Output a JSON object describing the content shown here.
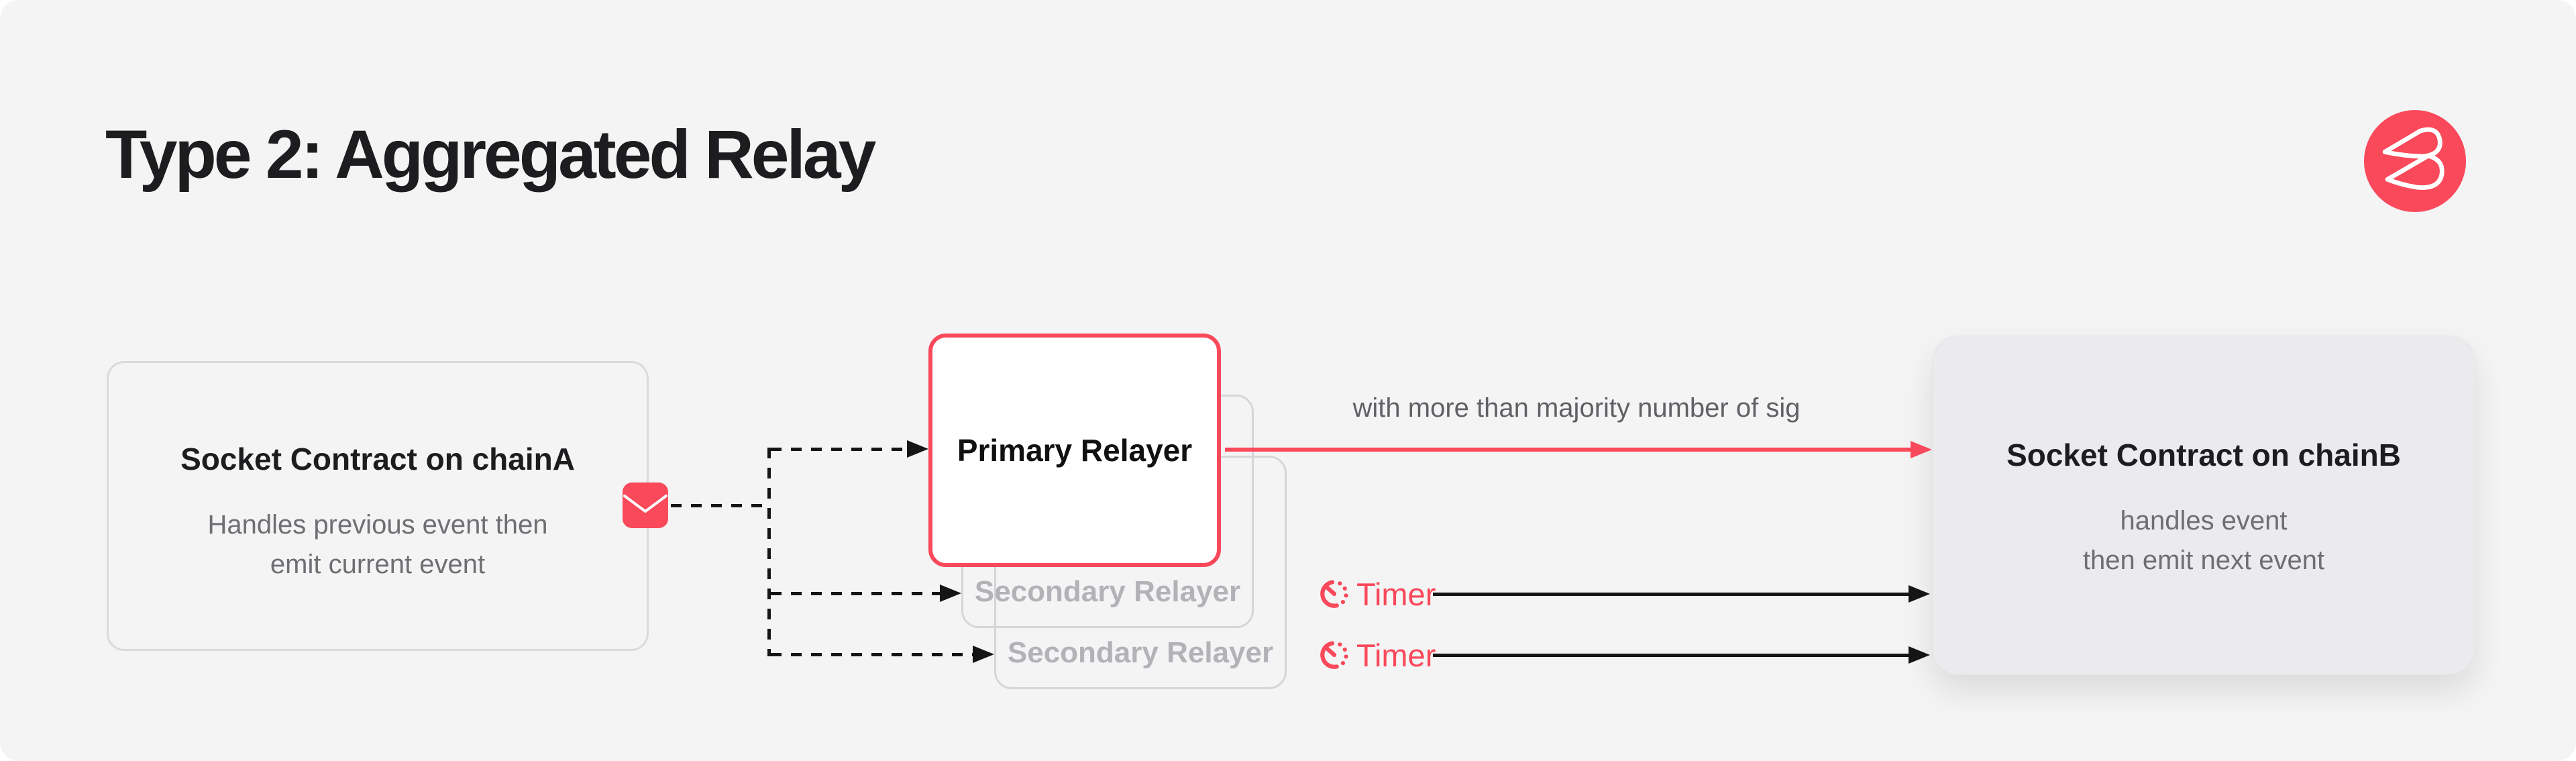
{
  "page": {
    "title": "Type 2: Aggregated Relay"
  },
  "brand": {
    "logo": "brand-logo-b"
  },
  "colors": {
    "accent_red": "#f9495a",
    "background": "#f4f4f5",
    "line_black": "#151515",
    "muted_text": "#6e6e73",
    "faded_text": "#b2b2b7",
    "border_gray": "#dadadd",
    "card_fill": "#ebebed",
    "dark_text": "#1d1d1f"
  },
  "nodes": {
    "chain_a": {
      "title": "Socket Contract on chainA",
      "subtitle_line1": "Handles previous event then",
      "subtitle_line2": "emit current event"
    },
    "primary_relayer": {
      "label": "Primary Relayer"
    },
    "secondary_relayer_1": {
      "label": "Secondary Relayer"
    },
    "secondary_relayer_2": {
      "label": "Secondary Relayer"
    },
    "chain_b": {
      "title": "Socket Contract on chainB",
      "subtitle_line1": "handles event",
      "subtitle_line2": "then emit next event"
    }
  },
  "edges": {
    "aggregated_signature": {
      "label": "with more than majority number of sig"
    },
    "timer_1": {
      "label": "Timer"
    },
    "timer_2": {
      "label": "Timer"
    }
  },
  "icons": {
    "envelope": "envelope-icon",
    "timer": "timer-icon",
    "logo": "brand-logo"
  }
}
